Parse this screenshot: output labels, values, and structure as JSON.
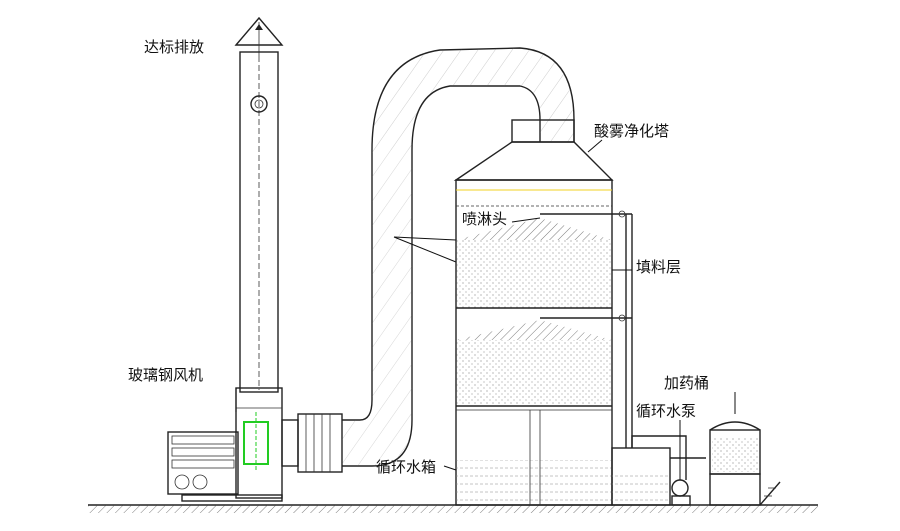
{
  "labels": {
    "discharge": "达标排放",
    "acid_mist_tower": "酸雾净化塔",
    "spray_head": "喷淋头",
    "packing_layer": "填料层",
    "fan": "玻璃钢风机",
    "dosing_tank": "加药桶",
    "circulation_pump": "循环水泵",
    "circulation_tank": "循环水箱"
  },
  "colors": {
    "line": "#222222",
    "packing": "#9a9a9a",
    "fan_highlight": "#22cc22",
    "spray_line": "#f0d020"
  }
}
